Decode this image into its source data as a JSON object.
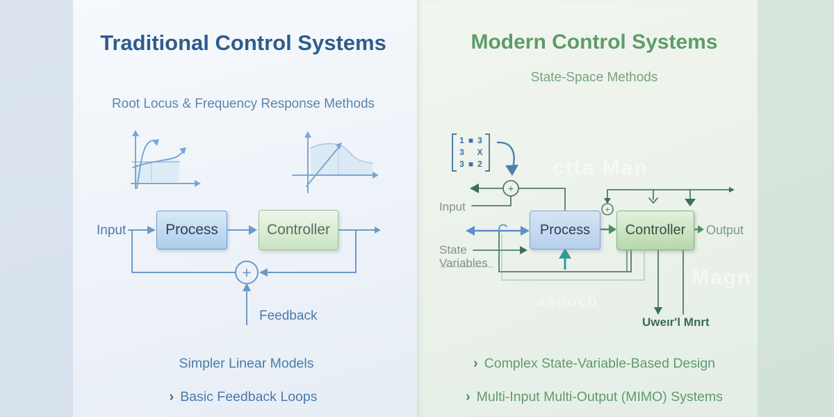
{
  "left_panel": {
    "title": "Traditional Control Systems",
    "subtitle": "Root Locus & Frequency Response Methods",
    "diagram": {
      "input_label": "Input",
      "process_label": "Process",
      "controller_label": "Controller",
      "feedback_label": "Feedback",
      "sum_symbol": "+"
    },
    "points": [
      {
        "marker": "",
        "text": "Simpler Linear Models"
      },
      {
        "marker": "›",
        "text": "Basic Feedback Loops"
      }
    ]
  },
  "right_panel": {
    "title": "Modern Control Systems",
    "subtitle": "State-Space Methods",
    "diagram": {
      "input_label": "Input",
      "state_label_line1": "State",
      "state_label_line2": "Variables",
      "process_label": "Process",
      "controller_label": "Controller",
      "output_label": "Output",
      "under_controller_label": "Uweır'l Mnrt",
      "sum_symbol": "+",
      "matrix": [
        [
          "1",
          "■",
          "3"
        ],
        [
          "3",
          "",
          "X"
        ],
        [
          "3",
          "■",
          "2"
        ]
      ]
    },
    "points": [
      {
        "marker": "›",
        "text": "Complex State-Variable-Based Design"
      },
      {
        "marker": "›",
        "text": "Multi-Input Multi-Output (MIMO) Systems"
      }
    ],
    "ghost_texts": [
      "ctta Man",
      "Magn",
      "asuoco"
    ]
  },
  "colors": {
    "left_title": "#2f5c8b",
    "left_text": "#4a7aa8",
    "left_line": "#6b9ac8",
    "right_title": "#5d9c67",
    "right_text": "#5f9a6d",
    "right_line": "#4e7b66",
    "blue_arrow": "#5b8fc6",
    "teal_arrow": "#2f9a94",
    "process_fill": "#aecdeb",
    "controller_fill": "#c9e3c1"
  }
}
